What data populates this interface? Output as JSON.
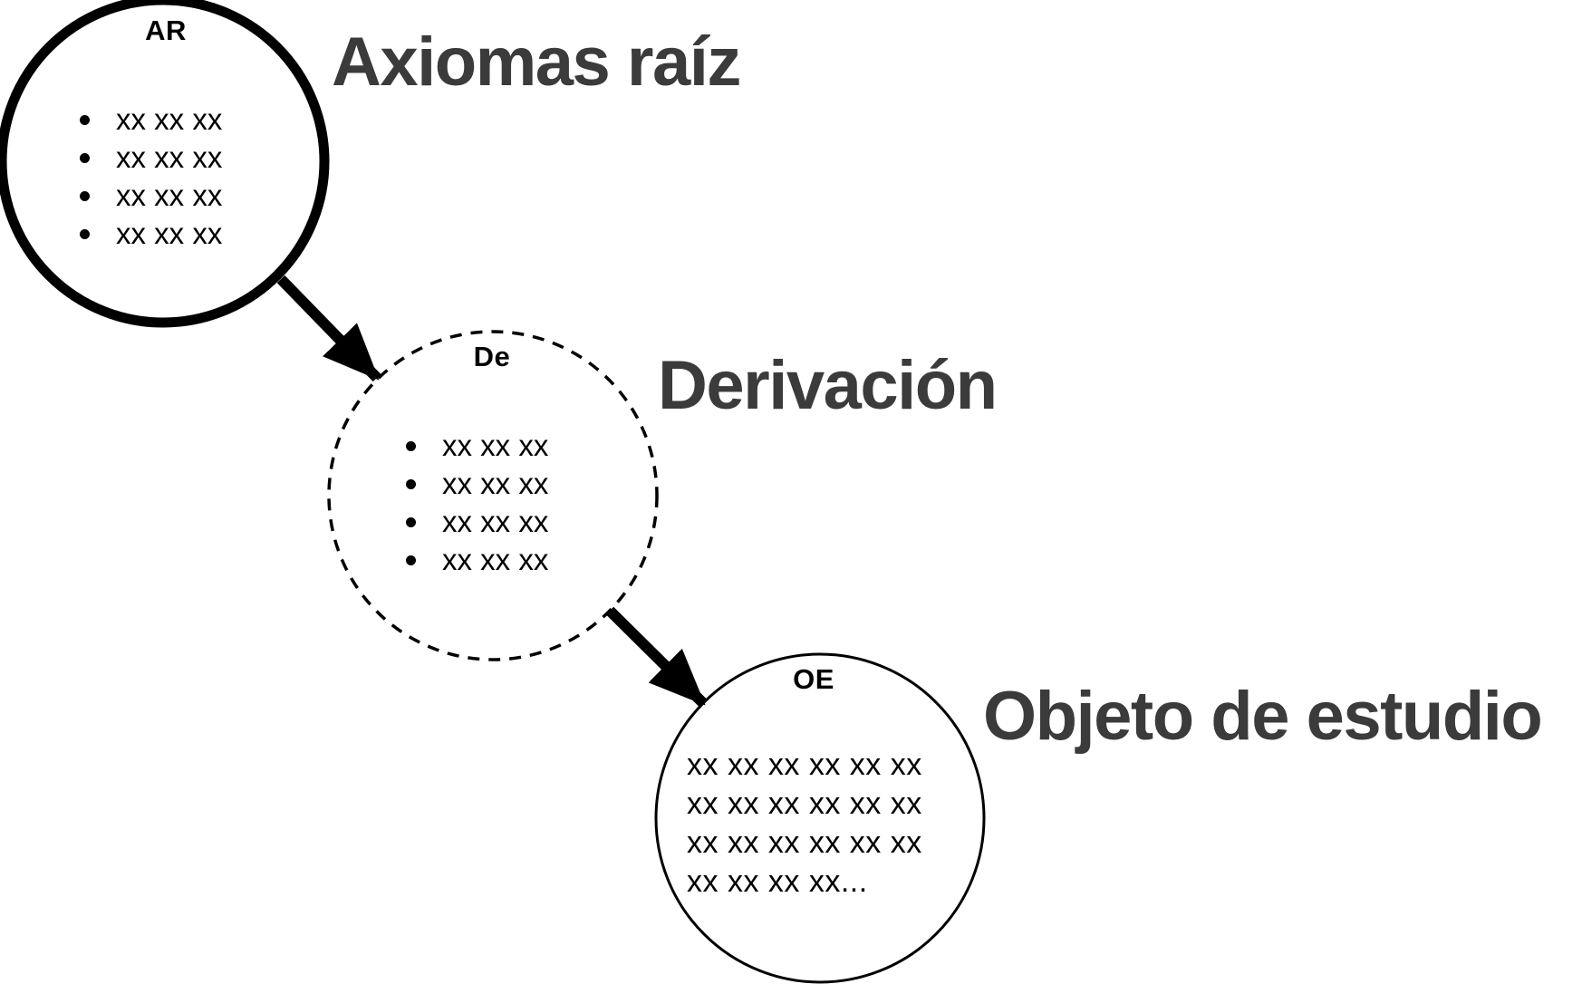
{
  "diagram": {
    "background_color": "#ffffff",
    "shape_color": "#000000",
    "heading_color": "#3b3b3b",
    "nodes": [
      {
        "id": "AR",
        "label": "AR",
        "heading": "Axiomas raíz",
        "border_style": "solid-thick",
        "items": [
          "xx xx xx",
          "xx xx xx",
          "xx xx xx",
          "xx xx xx"
        ]
      },
      {
        "id": "De",
        "label": "De",
        "heading": "Derivación",
        "border_style": "dashed",
        "items": [
          "xx xx xx",
          "xx xx xx",
          "xx xx xx",
          "xx xx xx"
        ]
      },
      {
        "id": "OE",
        "label": "OE",
        "heading": "Objeto de estudio",
        "border_style": "solid-thin",
        "lines": [
          "xx xx xx xx xx xx",
          "xx xx xx xx xx xx",
          "xx xx xx xx xx xx",
          "xx xx xx xx..."
        ]
      }
    ],
    "arrows": [
      {
        "from": "AR",
        "to": "De"
      },
      {
        "from": "De",
        "to": "OE"
      }
    ]
  }
}
